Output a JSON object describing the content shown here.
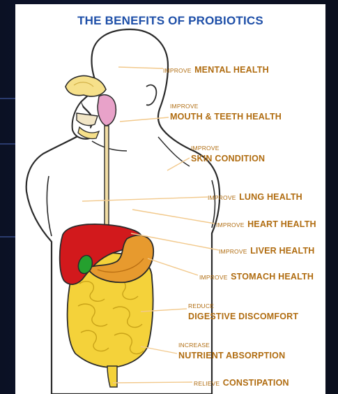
{
  "title": "THE BENEFITS OF PROBIOTICS",
  "colors": {
    "title": "#1e4fa8",
    "label": "#b06c10",
    "leader_line": "#f2c98c",
    "outline": "#2a2a2a",
    "liver": "#d2191c",
    "stomach": "#e79a2e",
    "intestine": "#f4d23a",
    "brain_gland": "#f6e08a",
    "mouth_gland": "#e8a2c9",
    "esophagus": "#f3dfa6",
    "gallbladder": "#25a02e"
  },
  "benefits": [
    {
      "prefix": "IMPROVE",
      "name": "MENTAL HEALTH"
    },
    {
      "prefix": "IMPROVE",
      "name": "MOUTH & TEETH HEALTH"
    },
    {
      "prefix": "IMPROVE",
      "name": "SKIN CONDITION"
    },
    {
      "prefix": "IMPROVE",
      "name": "LUNG HEALTH"
    },
    {
      "prefix": "IMPROVE",
      "name": "HEART HEALTH"
    },
    {
      "prefix": "IMPROVE",
      "name": "LIVER HEALTH"
    },
    {
      "prefix": "IMPROVE",
      "name": "STOMACH HEALTH"
    },
    {
      "prefix": "REDUCE",
      "name": "DIGESTIVE DISCOMFORT"
    },
    {
      "prefix": "INCREASE",
      "name": "NUTRIENT ABSORPTION"
    },
    {
      "prefix": "RELIEVE",
      "name": "CONSTIPATION"
    }
  ]
}
